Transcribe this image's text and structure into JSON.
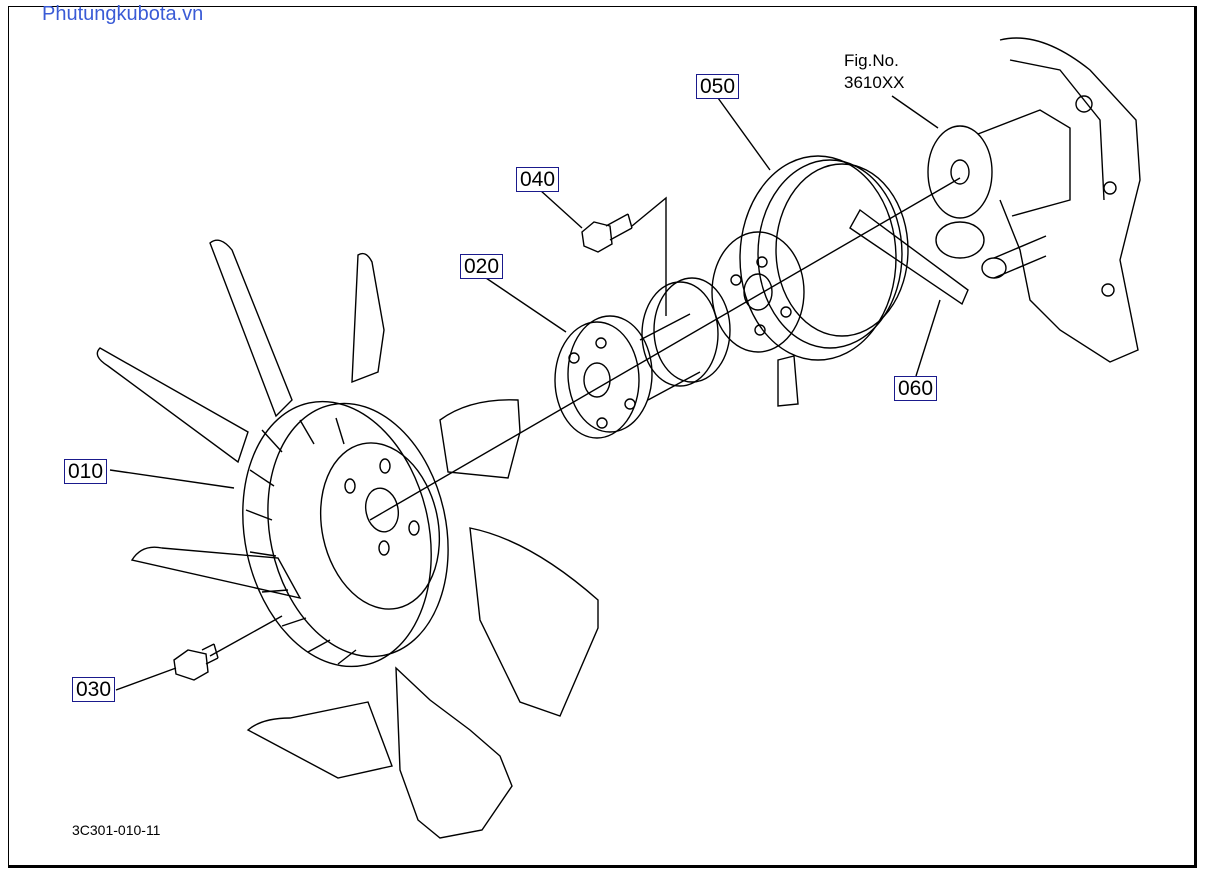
{
  "watermark": "Phutungkubota.vn",
  "figure_reference": {
    "label": "Fig.No.",
    "number": "3610XX"
  },
  "callouts": {
    "fan": "010",
    "spacer": "020",
    "fan_bolt": "030",
    "spacer_bolt": "040",
    "pulley": "050",
    "belt": "060"
  },
  "diagram_code": "3C301-010-11",
  "colors": {
    "watermark": "#3a5bd6",
    "line_art": "#000000",
    "callout_border": "#1a1a8c"
  }
}
